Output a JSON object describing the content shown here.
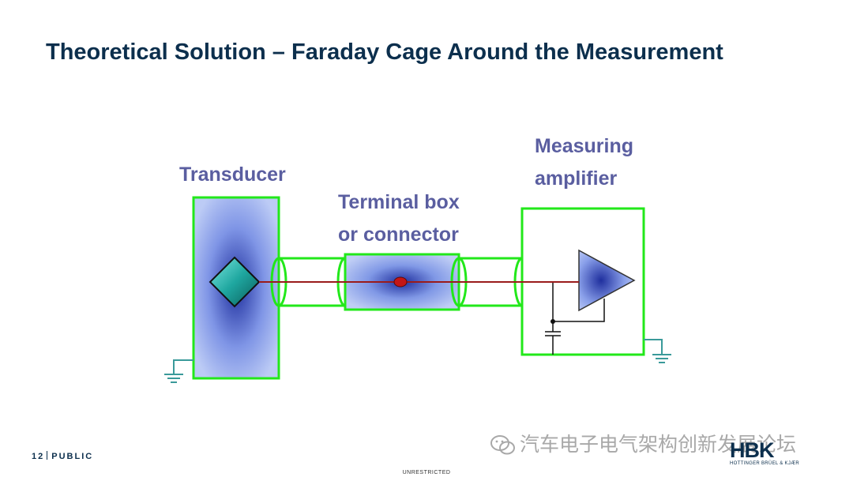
{
  "slide": {
    "title": "Theoretical Solution – Faraday Cage Around the Measurement"
  },
  "diagram": {
    "transducer_label": "Transducer",
    "terminal_label_line1": "Terminal box",
    "terminal_label_line2": "or connector",
    "amplifier_label_line1": "Measuring",
    "amplifier_label_line2": "amplifier",
    "colors": {
      "shield": "#22e81a",
      "signal_wire": "#9a1b1b",
      "ground": "#3a9a9a",
      "label": "#5a5ea0",
      "component_dark": "#2b3aa8",
      "component_light": "#a9bdf2"
    }
  },
  "footer": {
    "page_number": "12",
    "classification": "PUBLIC",
    "bottom_label": "UNRESTRICTED",
    "watermark": "汽车电子电气架构创新发展论坛",
    "logo": {
      "text": "HBK",
      "subtext": "HOTTINGER BRÜEL & KJÆR"
    }
  }
}
